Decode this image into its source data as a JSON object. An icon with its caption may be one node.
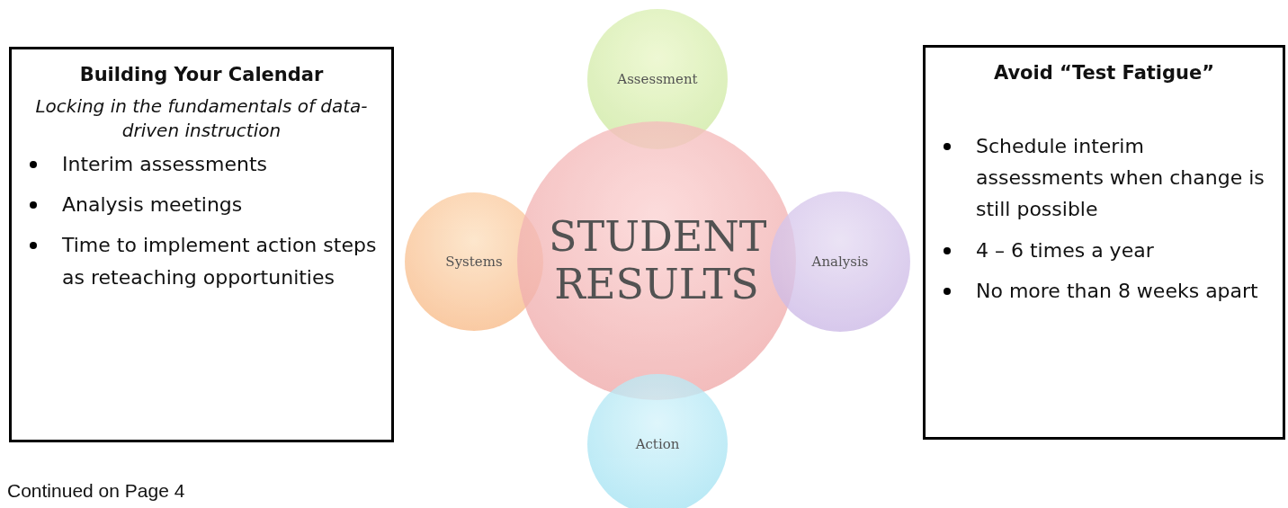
{
  "diagram": {
    "nodes": [
      {
        "text": [
          "Building Your Calendar",
          "Locking in the fundamentals of data-driven instruction",
          "Interim assessments",
          "Analysis meetings",
          "Time to implement action steps as reteaching opportunities"
        ]
      },
      {
        "text": [
          "Assessment"
        ]
      },
      {
        "text": [
          "Systems"
        ]
      },
      {
        "text": [
          "STUDENT RESULTS"
        ]
      },
      {
        "text": [
          "Analysis"
        ]
      },
      {
        "text": [
          "Action"
        ]
      },
      {
        "text": [
          "Avoid “Test Fatigue”",
          "Schedule interim assessments when change is still possible",
          "4 – 6 times a year",
          "No more than 8 weeks apart"
        ]
      }
    ],
    "labels": [
      "Continued on Page 4"
    ]
  }
}
